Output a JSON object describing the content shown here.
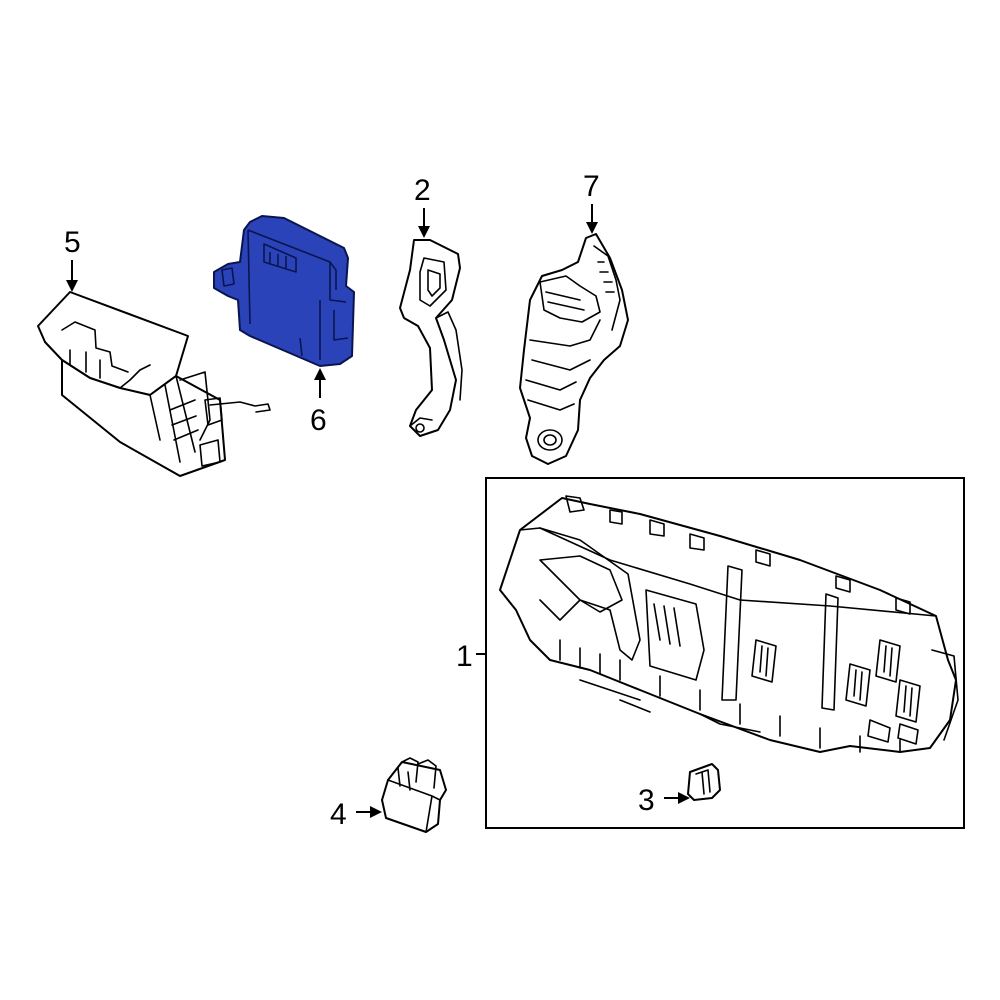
{
  "diagram": {
    "callouts": [
      {
        "id": "1",
        "label": "1"
      },
      {
        "id": "2",
        "label": "2"
      },
      {
        "id": "3",
        "label": "3"
      },
      {
        "id": "4",
        "label": "4"
      },
      {
        "id": "5",
        "label": "5"
      },
      {
        "id": "6",
        "label": "6"
      },
      {
        "id": "7",
        "label": "7"
      }
    ],
    "highlighted_part": "6",
    "colors": {
      "highlight_fill": "#2a43b8",
      "highlight_stroke": "#0a154f",
      "line": "#000000",
      "background": "#ffffff"
    }
  }
}
